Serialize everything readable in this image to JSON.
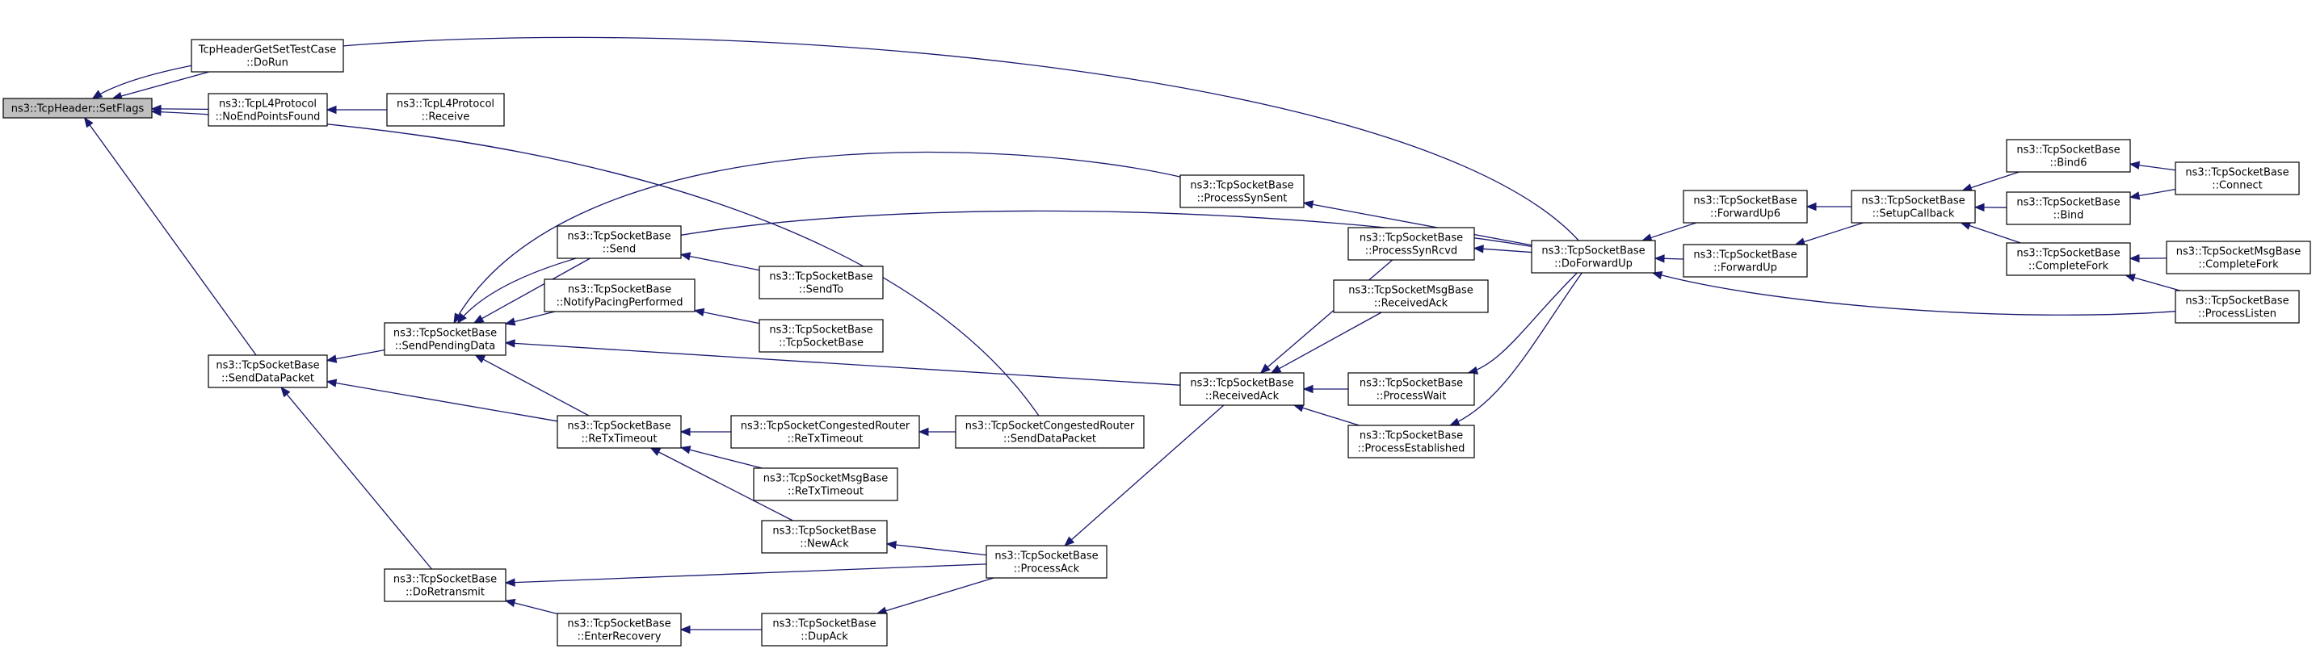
{
  "graph": {
    "title": "Call graph of ns3::TcpHeader::SetFlags",
    "colors": {
      "edge": "#191970",
      "root_fill": "#bfbfbf",
      "node_fill": "#ffffff",
      "node_border": "#000000"
    },
    "nodes": [
      {
        "id": "root",
        "lines": [
          "ns3::TcpHeader::SetFlags"
        ]
      },
      {
        "id": "hdrTest",
        "lines": [
          "TcpHeaderGetSetTestCase",
          "::DoRun"
        ]
      },
      {
        "id": "l4NoEnd",
        "lines": [
          "ns3::TcpL4Protocol",
          "::NoEndPointsFound"
        ]
      },
      {
        "id": "l4Recv",
        "lines": [
          "ns3::TcpL4Protocol",
          "::Receive"
        ]
      },
      {
        "id": "sendDataPkt",
        "lines": [
          "ns3::TcpSocketBase",
          "::SendDataPacket"
        ]
      },
      {
        "id": "sendPending",
        "lines": [
          "ns3::TcpSocketBase",
          "::SendPendingData"
        ]
      },
      {
        "id": "send",
        "lines": [
          "ns3::TcpSocketBase",
          "::Send"
        ]
      },
      {
        "id": "sendTo",
        "lines": [
          "ns3::TcpSocketBase",
          "::SendTo"
        ]
      },
      {
        "id": "notifyPacing",
        "lines": [
          "ns3::TcpSocketBase",
          "::NotifyPacingPerformed"
        ]
      },
      {
        "id": "ctor",
        "lines": [
          "ns3::TcpSocketBase",
          "::TcpSocketBase"
        ]
      },
      {
        "id": "reTx",
        "lines": [
          "ns3::TcpSocketBase",
          "::ReTxTimeout"
        ]
      },
      {
        "id": "congReTx",
        "lines": [
          "ns3::TcpSocketCongestedRouter",
          "::ReTxTimeout"
        ]
      },
      {
        "id": "congSend",
        "lines": [
          "ns3::TcpSocketCongestedRouter",
          "::SendDataPacket"
        ]
      },
      {
        "id": "msgReTx",
        "lines": [
          "ns3::TcpSocketMsgBase",
          "::ReTxTimeout"
        ]
      },
      {
        "id": "newAck",
        "lines": [
          "ns3::TcpSocketBase",
          "::NewAck"
        ]
      },
      {
        "id": "procAck",
        "lines": [
          "ns3::TcpSocketBase",
          "::ProcessAck"
        ]
      },
      {
        "id": "doRetrans",
        "lines": [
          "ns3::TcpSocketBase",
          "::DoRetransmit"
        ]
      },
      {
        "id": "enterRec",
        "lines": [
          "ns3::TcpSocketBase",
          "::EnterRecovery"
        ]
      },
      {
        "id": "dupAck",
        "lines": [
          "ns3::TcpSocketBase",
          "::DupAck"
        ]
      },
      {
        "id": "procSynSent",
        "lines": [
          "ns3::TcpSocketBase",
          "::ProcessSynSent"
        ]
      },
      {
        "id": "recvAck",
        "lines": [
          "ns3::TcpSocketBase",
          "::ReceivedAck"
        ]
      },
      {
        "id": "procSynRcvd",
        "lines": [
          "ns3::TcpSocketBase",
          "::ProcessSynRcvd"
        ]
      },
      {
        "id": "msgRecvAck",
        "lines": [
          "ns3::TcpSocketMsgBase",
          "::ReceivedAck"
        ]
      },
      {
        "id": "procWait",
        "lines": [
          "ns3::TcpSocketBase",
          "::ProcessWait"
        ]
      },
      {
        "id": "procEst",
        "lines": [
          "ns3::TcpSocketBase",
          "::ProcessEstablished"
        ]
      },
      {
        "id": "doFwdUp",
        "lines": [
          "ns3::TcpSocketBase",
          "::DoForwardUp"
        ]
      },
      {
        "id": "fwdUp6",
        "lines": [
          "ns3::TcpSocketBase",
          "::ForwardUp6"
        ]
      },
      {
        "id": "fwdUp",
        "lines": [
          "ns3::TcpSocketBase",
          "::ForwardUp"
        ]
      },
      {
        "id": "setupCb",
        "lines": [
          "ns3::TcpSocketBase",
          "::SetupCallback"
        ]
      },
      {
        "id": "bind6",
        "lines": [
          "ns3::TcpSocketBase",
          "::Bind6"
        ]
      },
      {
        "id": "bind",
        "lines": [
          "ns3::TcpSocketBase",
          "::Bind"
        ]
      },
      {
        "id": "connect",
        "lines": [
          "ns3::TcpSocketBase",
          "::Connect"
        ]
      },
      {
        "id": "complFork",
        "lines": [
          "ns3::TcpSocketBase",
          "::CompleteFork"
        ]
      },
      {
        "id": "msgComplFork",
        "lines": [
          "ns3::TcpSocketMsgBase",
          "::CompleteFork"
        ]
      },
      {
        "id": "procListen",
        "lines": [
          "ns3::TcpSocketBase",
          "::ProcessListen"
        ]
      }
    ],
    "edges": [
      [
        "hdrTest",
        "root"
      ],
      [
        "l4NoEnd",
        "root"
      ],
      [
        "l4Recv",
        "l4NoEnd"
      ],
      [
        "sendDataPkt",
        "root"
      ],
      [
        "congSend",
        "root"
      ],
      [
        "doFwdUp",
        "root"
      ],
      [
        "sendPending",
        "sendDataPkt"
      ],
      [
        "reTx",
        "sendDataPkt"
      ],
      [
        "doRetrans",
        "sendDataPkt"
      ],
      [
        "send",
        "sendPending"
      ],
      [
        "sendTo",
        "send"
      ],
      [
        "notifyPacing",
        "sendPending"
      ],
      [
        "ctor",
        "notifyPacing"
      ],
      [
        "reTx",
        "sendPending"
      ],
      [
        "procSynSent",
        "sendPending"
      ],
      [
        "doFwdUp",
        "sendPending"
      ],
      [
        "recvAck",
        "sendPending"
      ],
      [
        "congReTx",
        "reTx"
      ],
      [
        "congSend",
        "congReTx"
      ],
      [
        "msgReTx",
        "reTx"
      ],
      [
        "newAck",
        "reTx"
      ],
      [
        "procAck",
        "newAck"
      ],
      [
        "procAck",
        "doRetrans"
      ],
      [
        "enterRec",
        "doRetrans"
      ],
      [
        "dupAck",
        "enterRec"
      ],
      [
        "procAck",
        "dupAck"
      ],
      [
        "recvAck",
        "procAck"
      ],
      [
        "procSynRcvd",
        "recvAck"
      ],
      [
        "msgRecvAck",
        "recvAck"
      ],
      [
        "procWait",
        "recvAck"
      ],
      [
        "procEst",
        "recvAck"
      ],
      [
        "doFwdUp",
        "procSynSent"
      ],
      [
        "doFwdUp",
        "procSynRcvd"
      ],
      [
        "doFwdUp",
        "procWait"
      ],
      [
        "doFwdUp",
        "procEst"
      ],
      [
        "fwdUp6",
        "doFwdUp"
      ],
      [
        "fwdUp",
        "doFwdUp"
      ],
      [
        "procListen",
        "doFwdUp"
      ],
      [
        "setupCb",
        "fwdUp6"
      ],
      [
        "setupCb",
        "fwdUp"
      ],
      [
        "bind6",
        "setupCb"
      ],
      [
        "bind",
        "setupCb"
      ],
      [
        "complFork",
        "setupCb"
      ],
      [
        "connect",
        "bind6"
      ],
      [
        "connect",
        "bind"
      ],
      [
        "msgComplFork",
        "complFork"
      ],
      [
        "procListen",
        "complFork"
      ]
    ]
  }
}
